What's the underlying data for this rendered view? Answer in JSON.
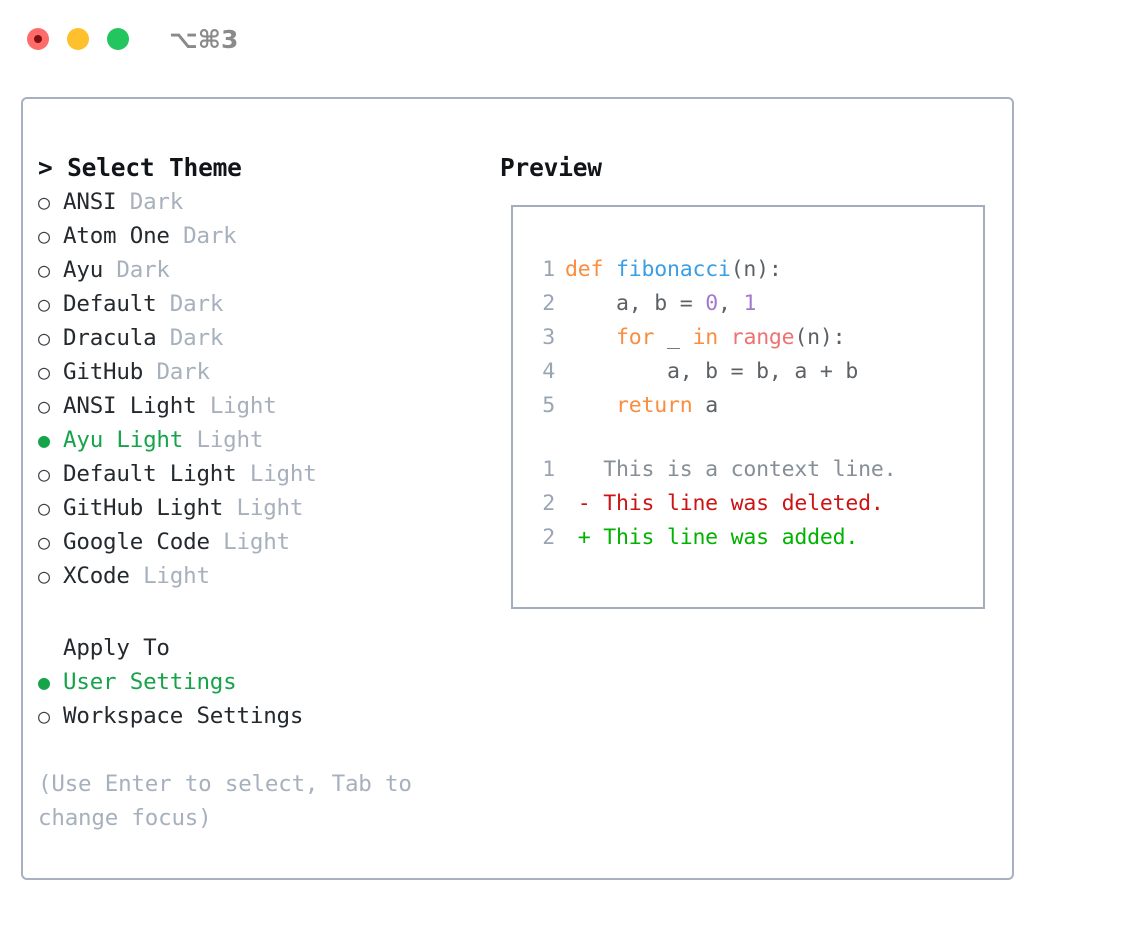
{
  "window": {
    "traffic_lights": [
      {
        "name": "close",
        "color": "#FF6B6B",
        "active": true
      },
      {
        "name": "minimize",
        "color": "#FFC02E",
        "active": false
      },
      {
        "name": "zoom",
        "color": "#22C55E",
        "active": false
      }
    ],
    "shortcut": "⌥⌘3"
  },
  "left": {
    "heading_caret": ">",
    "heading": "Select Theme",
    "bullet_off": "○",
    "bullet_on": "●",
    "themes": [
      {
        "name": "ANSI",
        "kind": "Dark",
        "selected": false
      },
      {
        "name": "Atom One",
        "kind": "Dark",
        "selected": false
      },
      {
        "name": "Ayu",
        "kind": "Dark",
        "selected": false
      },
      {
        "name": "Default",
        "kind": "Dark",
        "selected": false
      },
      {
        "name": "Dracula",
        "kind": "Dark",
        "selected": false
      },
      {
        "name": "GitHub",
        "kind": "Dark",
        "selected": false
      },
      {
        "name": "ANSI Light",
        "kind": "Light",
        "selected": false
      },
      {
        "name": "Ayu Light",
        "kind": "Light",
        "selected": true
      },
      {
        "name": "Default Light",
        "kind": "Light",
        "selected": false
      },
      {
        "name": "GitHub Light",
        "kind": "Light",
        "selected": false
      },
      {
        "name": "Google Code",
        "kind": "Light",
        "selected": false
      },
      {
        "name": "XCode",
        "kind": "Light",
        "selected": false
      }
    ],
    "apply_to_label": "Apply To",
    "apply_to_options": [
      {
        "name": "User Settings",
        "selected": true
      },
      {
        "name": "Workspace Settings",
        "selected": false
      }
    ],
    "hint": "(Use Enter to select, Tab to change focus)"
  },
  "right": {
    "preview_title": "Preview",
    "code_lines": [
      {
        "no": "1",
        "tokens": [
          {
            "t": "def",
            "c": "kw"
          },
          {
            "t": " ",
            "c": "plain"
          },
          {
            "t": "fibonacci",
            "c": "fn"
          },
          {
            "t": "(n):",
            "c": "punc"
          }
        ]
      },
      {
        "no": "2",
        "tokens": [
          {
            "t": "    a, b = ",
            "c": "plain"
          },
          {
            "t": "0",
            "c": "num"
          },
          {
            "t": ", ",
            "c": "plain"
          },
          {
            "t": "1",
            "c": "num"
          }
        ]
      },
      {
        "no": "3",
        "tokens": [
          {
            "t": "    ",
            "c": "plain"
          },
          {
            "t": "for",
            "c": "kw"
          },
          {
            "t": " _ ",
            "c": "plain"
          },
          {
            "t": "in",
            "c": "kw"
          },
          {
            "t": " ",
            "c": "plain"
          },
          {
            "t": "range",
            "c": "call"
          },
          {
            "t": "(n):",
            "c": "punc"
          }
        ]
      },
      {
        "no": "4",
        "tokens": [
          {
            "t": "        a, b = b, a + b",
            "c": "plain"
          }
        ]
      },
      {
        "no": "5",
        "tokens": [
          {
            "t": "    ",
            "c": "plain"
          },
          {
            "t": "return",
            "c": "kw"
          },
          {
            "t": " a",
            "c": "plain"
          }
        ]
      }
    ],
    "diff_lines": [
      {
        "no": "1",
        "marker": " ",
        "text": " This is a context line.",
        "kind": "ctx"
      },
      {
        "no": "2",
        "marker": "-",
        "text": " This line was deleted.",
        "kind": "del"
      },
      {
        "no": "2",
        "marker": "+",
        "text": " This line was added.",
        "kind": "add"
      }
    ]
  },
  "colors": {
    "accent_green": "#16A34A",
    "muted": "#A7B0BD",
    "border": "#A8B1BF",
    "keyword": "#FA8D3E",
    "function": "#399EE6",
    "number": "#A37ACC",
    "call": "#F07171",
    "foreground": "#5C6166",
    "lineno": "#9AA5B4",
    "diff_add": "#00B300",
    "diff_del": "#CC1414"
  }
}
